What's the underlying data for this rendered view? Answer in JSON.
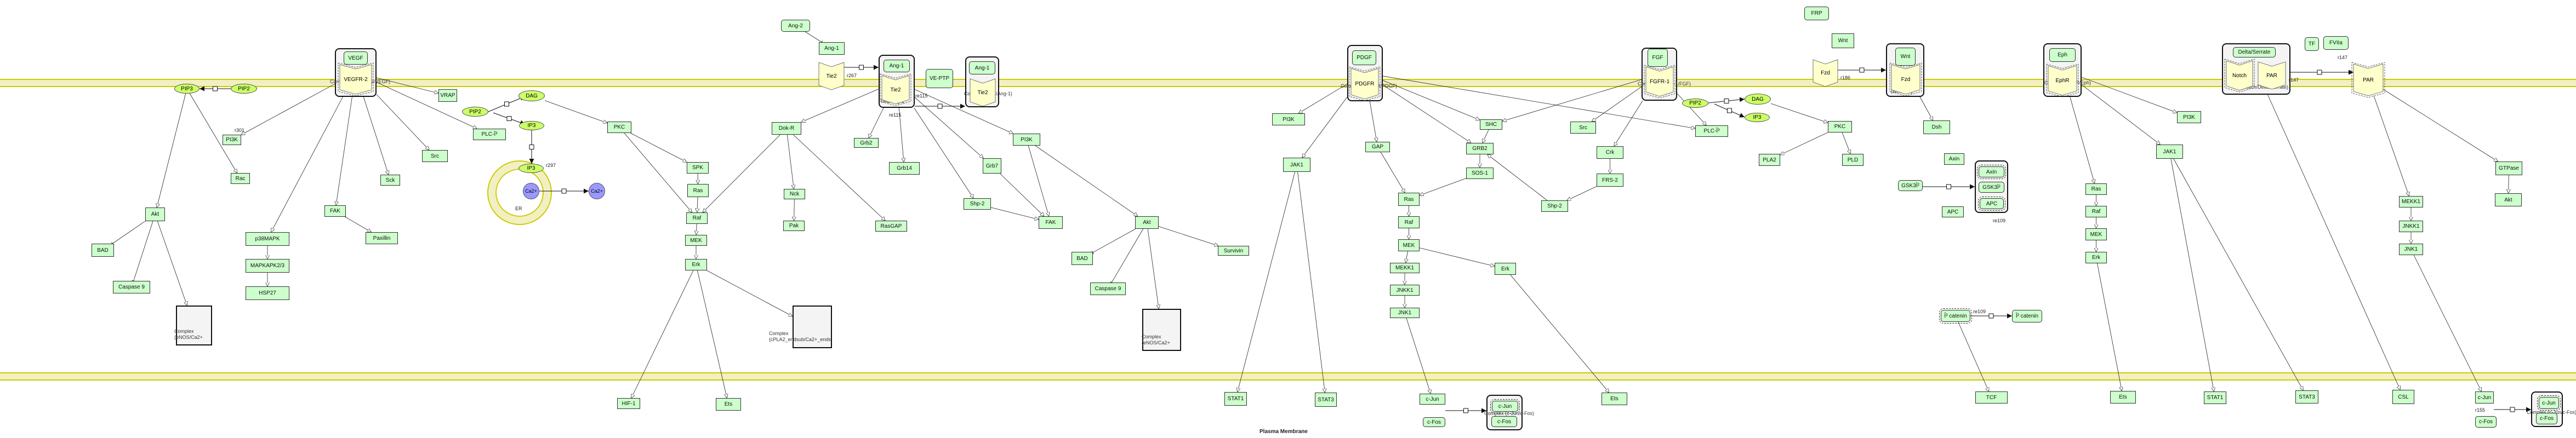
{
  "compartments": {
    "plasma_membrane_label": "Plasma Membrane",
    "er_label": "ER"
  },
  "colors": {
    "protein_fill": "#ccffcc",
    "receptor_fill": "#ffffcc",
    "small_molecule_fill": "#ccff66",
    "ion_fill": "#9999ff",
    "membrane_fill": "#f2f0c2",
    "membrane_border": "#cccc00",
    "complex_fill": "#f4f4f4"
  },
  "nodes": {
    "pip3_a": "PIP3",
    "pip2_a": "PIP2",
    "pi3k_a": "PI3K",
    "rac_a": "Rac",
    "akt_a": "Akt",
    "bad_a": "BAD",
    "casp9_a": "Caspase 9",
    "enos_a_label": "Complex\n(eNOS/Ca2+",
    "vegf": "VEGF",
    "vegfr2": "VEGFR-2",
    "vegf_complex_label": "Complex (VEGFR-2/VEGF)",
    "p38": "p38MAPK",
    "mapkapk": "MAPKAPK2/3",
    "hsp27": "HSP27",
    "fak_a": "FAK",
    "paxillin": "Paxillin",
    "sck": "Sck",
    "src_a": "Src",
    "vrap": "VRAP",
    "plc_a": "PLC-Î³",
    "pip2_b": "PIP2",
    "dag_a": "DAG",
    "ip3_a": "IP3",
    "ip3_b": "IP3",
    "ca_in": "Ca2+",
    "ca_out": "Ca2+",
    "pkc_a": "PKC",
    "spk": "SPK",
    "ras_a": "Ras",
    "raf_a": "Raf",
    "mek_a": "MEK",
    "erk_a": "Erk",
    "hif1": "HIF-1",
    "ets_a": "Ets",
    "cpla2_label": "Complex\n(cPLA2_endsub/Ca2+_ends",
    "ang2": "Ang-2",
    "ang1": "Ang-1",
    "tie2": "Tie2",
    "tie2c_ang1": "Ang-1",
    "tie2c_tie2": "Tie2",
    "tie2c_label": "Tie2/Ang-1",
    "veptp": "VE-PTP",
    "tie2c2_ang1": "Ang-1",
    "tie2c2_tie2": "Tie2",
    "tie2c2_label": "Complex (Tie2/Ang-1)",
    "dokr": "Dok-R",
    "nck": "Nck",
    "pak": "Pak",
    "rasgap": "RasGAP",
    "grb2_a": "Grb2",
    "grb14": "Grb14",
    "grb7": "Grb7",
    "shp2_a": "Shp-2",
    "pi3k_b": "PI3K",
    "fak_b": "FAK",
    "akt_b": "Akt",
    "bad_b": "BAD",
    "casp9_b": "Caspase 9",
    "enos_b_label": "Complex\n(eNOS/Ca2+",
    "survivin": "Survivin",
    "pdgf": "PDGF",
    "pdgfr": "PDGFR",
    "pdgf_complex_label": "Complex (PDGFR/PDGF)",
    "pi3k_c": "PI3K",
    "jak1_a": "JAK1",
    "gap": "GAP",
    "shc": "SHC",
    "grb2_b": "GRB2",
    "sos1": "SOS-1",
    "shp2_b": "Shp-2",
    "ras_b": "Ras",
    "raf_b": "Raf",
    "mek_b": "MEK",
    "mekk1_a": "MEKK1",
    "jnkk1_a": "JNKK1",
    "jnk1_a": "JNK1",
    "erk_b": "Erk",
    "stat1_a": "STAT1",
    "stat3_a": "STAT3",
    "cjun_a": "c-Jun",
    "cfos_a": "c-Fos",
    "ap1_a_jun": "c-Jun",
    "ap1_a_fos": "c-Fos",
    "ap1_a_label": "Complex (c-Jun/c-Fos)",
    "fgf": "FGF",
    "fgfr1": "FGFR-1",
    "fgf_complex_label": "Complex (FGFR-1/FGF)",
    "src_b": "Src",
    "crk": "Crk",
    "frs2": "FRS-2",
    "pip2_c": "PIP2",
    "plc_b": "PLC-Î³",
    "dag_b": "DAG",
    "ip3_c": "IP3",
    "pkc_b": "PKC",
    "pla2": "PLA2",
    "pld": "PLD",
    "ets_b": "Ets",
    "frp": "FRP",
    "wnt": "Wnt",
    "fzd": "Fzd",
    "fzdc_wnt": "Wnt",
    "fzdc_fzd": "Fzd",
    "fzdc_label": "(Wnt/Fzd)",
    "dsh": "Dsh",
    "axin": "Axin",
    "gsk3b": "GSK3Î²",
    "apc": "APC",
    "bcat_in": "Î² catenin",
    "destr_axin": "Axin",
    "destr_gsk": "GSK3Î²",
    "destr_apc": "APC",
    "bcat_out": "Î² catenin",
    "tcf": "TCF",
    "eph": "Eph",
    "ephr": "EphR",
    "eph_complex_label": "Complex (EphR/Eph)",
    "pi3k_d": "PI3K",
    "jak1_b": "JAK1",
    "ras_c": "Ras",
    "raf_c": "Raf",
    "mek_c": "MEK",
    "erk_c": "Erk",
    "ets_c": "Ets",
    "stat1_b": "STAT1",
    "stat3_b": "STAT3",
    "delta": "Delta/Serrate",
    "notch": "Notch",
    "par_in": "PAR",
    "notch_complex_label": "(Notch/Delta/Serrate)",
    "tf": "TF",
    "fviia": "FVIIa",
    "par": "PAR",
    "gtpase": "GTPase",
    "akt_c": "Akt",
    "mekk1_b": "MEKK1",
    "jnkk1_b": "JNKK1",
    "jnk1_b": "JNK1",
    "csl": "CSL",
    "stat1_c": "STAT1",
    "stat3_c": "STAT3",
    "cjun_b": "c-Jun",
    "cfos_b": "c-Fos",
    "ap1_b_jun": "c-Jun",
    "ap1_b_fos": "c-Fos",
    "ap1_b_label": "Complex (c-Jun/c-Fos)"
  },
  "reaction_labels": {
    "r301": "r301",
    "r297": "r297",
    "r267": "r267",
    "re115_a": "re115",
    "re115_b": "re115",
    "r186": "r186",
    "re109_a": "re109",
    "re109_b": "re109",
    "r147_a": "r147",
    "r147_b": "r147",
    "r155": "r155"
  },
  "edges": [
    [
      "vegf_complex",
      "pi3k_a",
      "activation"
    ],
    [
      "pi3k_a",
      "pip2pip3",
      "catalysis"
    ],
    [
      "pip3_a",
      "akt_a",
      "activation"
    ],
    [
      "pip3_a",
      "rac_a",
      "activation"
    ],
    [
      "akt_a",
      "bad_a",
      "inhibition"
    ],
    [
      "akt_a",
      "casp9_a",
      "inhibition"
    ],
    [
      "akt_a",
      "enos_a",
      "activation"
    ],
    [
      "vegf_complex",
      "p38",
      "activation"
    ],
    [
      "p38",
      "mapkapk",
      "activation"
    ],
    [
      "mapkapk",
      "hsp27",
      "activation"
    ],
    [
      "vegf_complex",
      "fak_a",
      "activation"
    ],
    [
      "fak_a",
      "paxillin",
      "activation"
    ],
    [
      "vegf_complex",
      "sck",
      "activation"
    ],
    [
      "vegf_complex",
      "src_a",
      "activation"
    ],
    [
      "vegf_complex",
      "vrap",
      "activation"
    ],
    [
      "vegf_complex",
      "plc_a",
      "activation"
    ],
    [
      "dag_a",
      "pkc_a",
      "activation"
    ],
    [
      "pkc_a",
      "spk",
      "activation"
    ],
    [
      "pkc_a",
      "raf_a",
      "activation"
    ],
    [
      "spk",
      "ras_a",
      "activation"
    ],
    [
      "ras_a",
      "raf_a",
      "activation"
    ],
    [
      "raf_a",
      "mek_a",
      "activation"
    ],
    [
      "mek_a",
      "erk_a",
      "activation"
    ],
    [
      "erk_a",
      "hif1",
      "activation"
    ],
    [
      "erk_a",
      "ets_a",
      "activation"
    ],
    [
      "erk_a",
      "cpla2",
      "activation"
    ],
    [
      "tie2_complex",
      "dokr",
      "activation"
    ],
    [
      "dokr",
      "raf_a",
      "activation"
    ],
    [
      "dokr",
      "nck",
      "activation"
    ],
    [
      "nck",
      "pak",
      "activation"
    ],
    [
      "dokr",
      "rasgap",
      "activation"
    ],
    [
      "ang2",
      "ang1",
      "inhibition"
    ],
    [
      "tie2_complex",
      "grb2_a",
      "activation"
    ],
    [
      "tie2_complex",
      "grb14",
      "activation"
    ],
    [
      "tie2_complex",
      "grb7",
      "activation"
    ],
    [
      "tie2_complex",
      "shp2_a",
      "activation"
    ],
    [
      "tie2_complex",
      "pi3k_b",
      "activation"
    ],
    [
      "grb7",
      "fak_b",
      "activation"
    ],
    [
      "shp2_a",
      "fak_b",
      "activation"
    ],
    [
      "pi3k_b",
      "fak_b",
      "activation"
    ],
    [
      "pi3k_b",
      "akt_b",
      "activation"
    ],
    [
      "akt_b",
      "bad_b",
      "inhibition"
    ],
    [
      "akt_b",
      "casp9_b",
      "inhibition"
    ],
    [
      "akt_b",
      "enos_b",
      "activation"
    ],
    [
      "akt_b",
      "survivin",
      "activation"
    ],
    [
      "pdgf_complex",
      "pi3k_c",
      "activation"
    ],
    [
      "pdgf_complex",
      "jak1_a",
      "activation"
    ],
    [
      "pdgf_complex",
      "gap",
      "activation"
    ],
    [
      "pdgf_complex",
      "shc",
      "activation"
    ],
    [
      "pdgf_complex",
      "grb2_b",
      "activation"
    ],
    [
      "pdgf_complex",
      "plc_b",
      "activation"
    ],
    [
      "shc",
      "grb2_b",
      "activation"
    ],
    [
      "grb2_b",
      "sos1",
      "activation"
    ],
    [
      "sos1",
      "ras_b",
      "activation"
    ],
    [
      "gap",
      "ras_b",
      "activation"
    ],
    [
      "shp2_b",
      "grb2_b",
      "activation"
    ],
    [
      "ras_b",
      "raf_b",
      "activation"
    ],
    [
      "raf_b",
      "mek_b",
      "activation"
    ],
    [
      "mek_b",
      "mekk1_a",
      "activation"
    ],
    [
      "mek_b",
      "erk_b",
      "activation"
    ],
    [
      "mekk1_a",
      "jnkk1_a",
      "activation"
    ],
    [
      "jnkk1_a",
      "jnk1_a",
      "activation"
    ],
    [
      "jnk1_a",
      "cjun_a",
      "activation"
    ],
    [
      "jak1_a",
      "stat1_a",
      "activation"
    ],
    [
      "jak1_a",
      "stat3_a",
      "activation"
    ],
    [
      "erk_b",
      "ets_b",
      "activation"
    ],
    [
      "fgf_complex",
      "shc",
      "activation"
    ],
    [
      "fgf_complex",
      "src_b",
      "activation"
    ],
    [
      "fgf_complex",
      "crk",
      "activation"
    ],
    [
      "fgf_complex",
      "plc_b",
      "activation"
    ],
    [
      "crk",
      "frs2",
      "activation"
    ],
    [
      "frs2",
      "shp2_b",
      "activation"
    ],
    [
      "dag_b",
      "pkc_b",
      "activation"
    ],
    [
      "pkc_b",
      "pla2",
      "activation"
    ],
    [
      "pkc_b",
      "pld",
      "activation"
    ],
    [
      "fzd_complex",
      "dsh",
      "activation"
    ],
    [
      "bcat_in",
      "tcf",
      "activation"
    ],
    [
      "eph_complex",
      "pi3k_d",
      "activation"
    ],
    [
      "eph_complex",
      "jak1_b",
      "activation"
    ],
    [
      "eph_complex",
      "ras_c",
      "activation"
    ],
    [
      "ras_c",
      "raf_c",
      "activation"
    ],
    [
      "raf_c",
      "mek_c",
      "activation"
    ],
    [
      "mek_c",
      "erk_c",
      "activation"
    ],
    [
      "erk_c",
      "ets_c",
      "activation"
    ],
    [
      "jak1_b",
      "stat1_b",
      "activation"
    ],
    [
      "jak1_b",
      "stat3_b",
      "activation"
    ],
    [
      "notch_complex",
      "csl",
      "activation"
    ],
    [
      "par",
      "mekk1_b",
      "activation"
    ],
    [
      "par",
      "gtpase",
      "activation"
    ],
    [
      "gtpase",
      "akt_c",
      "activation"
    ],
    [
      "mekk1_b",
      "jnkk1_b",
      "activation"
    ],
    [
      "jnkk1_b",
      "jnk1_b",
      "activation"
    ],
    [
      "jnk1_b",
      "cjun_b",
      "activation"
    ],
    [
      "jak1_b",
      "stat1_c",
      "activation"
    ],
    [
      "jak1_b",
      "stat3_c",
      "activation"
    ]
  ]
}
